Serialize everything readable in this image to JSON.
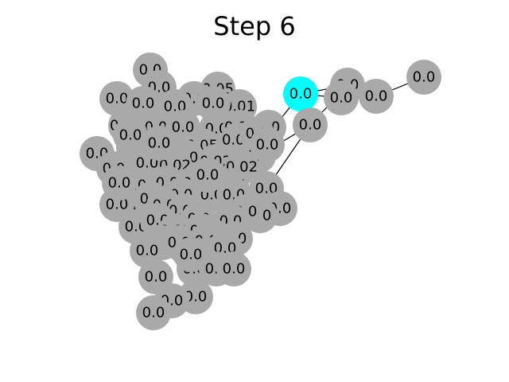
{
  "title": "Step 6",
  "colors": {
    "node": "#a9a9a9",
    "highlight": "#00ffff",
    "edge": "#000000",
    "label": "#000000"
  },
  "graph": {
    "highlighted_node": "n0",
    "nodes": [
      {
        "id": "n0",
        "label": "0.0"
      },
      {
        "id": "n1",
        "label": "0.0"
      },
      {
        "id": "n2",
        "label": "0.0"
      },
      {
        "id": "n3",
        "label": "0.0"
      },
      {
        "id": "n4",
        "label": "0.0"
      },
      {
        "id": "n5",
        "label": "0.0"
      },
      {
        "id": "n6",
        "label": "0.0"
      },
      {
        "id": "n7",
        "label": "0.0"
      },
      {
        "id": "n8",
        "label": "0.0"
      },
      {
        "id": "n9",
        "label": "0.05"
      },
      {
        "id": "n10",
        "label": "0.0"
      },
      {
        "id": "n11",
        "label": "0.01"
      },
      {
        "id": "n12",
        "label": "0.0"
      },
      {
        "id": "n13",
        "label": "0.0"
      },
      {
        "id": "n14",
        "label": "0.01"
      },
      {
        "id": "n15",
        "label": "0.0"
      },
      {
        "id": "n16",
        "label": "0.0"
      },
      {
        "id": "n17",
        "label": "0.0"
      },
      {
        "id": "n18",
        "label": "0.02"
      },
      {
        "id": "n19",
        "label": "0.0"
      },
      {
        "id": "n20",
        "label": "0.0"
      },
      {
        "id": "n21",
        "label": "0.0"
      },
      {
        "id": "n22",
        "label": "0.02"
      },
      {
        "id": "n23",
        "label": "0.0"
      },
      {
        "id": "n24",
        "label": "0.05"
      },
      {
        "id": "n25",
        "label": "0.0"
      },
      {
        "id": "n26",
        "label": "0.0"
      },
      {
        "id": "n27",
        "label": "0.0"
      },
      {
        "id": "n28",
        "label": "0.02"
      },
      {
        "id": "n29",
        "label": "0.02"
      },
      {
        "id": "n30",
        "label": "0.01"
      },
      {
        "id": "n31",
        "label": "0.0"
      },
      {
        "id": "n32",
        "label": "0.02"
      },
      {
        "id": "n33",
        "label": "0.0"
      },
      {
        "id": "n34",
        "label": "0.0"
      },
      {
        "id": "n35",
        "label": "0.0"
      },
      {
        "id": "n36",
        "label": "0.0"
      },
      {
        "id": "n37",
        "label": "0.0"
      },
      {
        "id": "n38",
        "label": "0.0"
      },
      {
        "id": "n39",
        "label": "0.01"
      },
      {
        "id": "n40",
        "label": "0.0"
      },
      {
        "id": "n41",
        "label": "0.0"
      },
      {
        "id": "n42",
        "label": "0.0"
      },
      {
        "id": "n43",
        "label": "0.0"
      },
      {
        "id": "n44",
        "label": "0.0"
      },
      {
        "id": "n45",
        "label": "0.0"
      },
      {
        "id": "n46",
        "label": "0.0"
      },
      {
        "id": "n47",
        "label": "0.03"
      },
      {
        "id": "n48",
        "label": "0.0"
      },
      {
        "id": "n49",
        "label": "0.0"
      },
      {
        "id": "n50",
        "label": "0.0"
      },
      {
        "id": "n51",
        "label": "0.0"
      },
      {
        "id": "n52",
        "label": "0.01"
      },
      {
        "id": "n53",
        "label": "0.0"
      },
      {
        "id": "n54",
        "label": "0.0"
      },
      {
        "id": "n55",
        "label": "0.0"
      },
      {
        "id": "n56",
        "label": "0.0"
      },
      {
        "id": "n57",
        "label": "0.0"
      },
      {
        "id": "n58",
        "label": "0.0"
      },
      {
        "id": "n59",
        "label": "0.0"
      },
      {
        "id": "n60",
        "label": "0.0"
      },
      {
        "id": "n61",
        "label": "0.0"
      },
      {
        "id": "n62",
        "label": "0.0"
      },
      {
        "id": "n63",
        "label": "0.0"
      },
      {
        "id": "n64",
        "label": "0.0"
      },
      {
        "id": "n65",
        "label": "0.0"
      },
      {
        "id": "n66",
        "label": "0.0"
      },
      {
        "id": "n67",
        "label": "0.0"
      },
      {
        "id": "n68",
        "label": "0.0"
      },
      {
        "id": "n69",
        "label": "0.0"
      },
      {
        "id": "n70",
        "label": "0.0"
      },
      {
        "id": "n71",
        "label": "0.0"
      },
      {
        "id": "n72",
        "label": "0.0"
      },
      {
        "id": "n73",
        "label": "0.0"
      },
      {
        "id": "n74",
        "label": "0.0"
      },
      {
        "id": "n75",
        "label": "0.0"
      },
      {
        "id": "n76",
        "label": "0.0"
      },
      {
        "id": "n77",
        "label": "0.0"
      }
    ],
    "edges": [
      [
        "n0",
        "n70"
      ],
      [
        "n0",
        "n2"
      ],
      [
        "n2",
        "n3"
      ],
      [
        "n3",
        "n4"
      ],
      [
        "n2",
        "n1"
      ],
      [
        "n1",
        "n27"
      ],
      [
        "n1",
        "n33"
      ],
      [
        "n0",
        "n29"
      ],
      [
        "n63",
        "n64"
      ],
      [
        "n62",
        "n64"
      ],
      [
        "n66",
        "n5"
      ],
      [
        "n65",
        "n5"
      ],
      [
        "n65",
        "n64"
      ],
      [
        "n63",
        "n58"
      ],
      [
        "n21",
        "n23"
      ]
    ]
  }
}
